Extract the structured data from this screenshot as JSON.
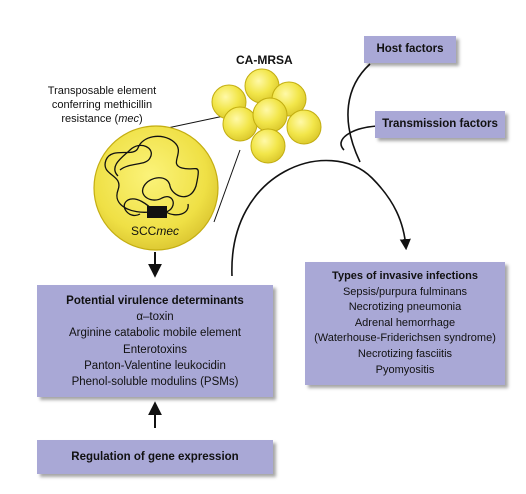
{
  "colors": {
    "box_fill": "#a9a8d6",
    "circle_fill": "#f3e84e",
    "circle_stroke": "#b8a400",
    "line": "#111111"
  },
  "labels": {
    "ca_mrsa": "CA-MRSA",
    "host_factors": "Host factors",
    "transmission_factors": "Transmission factors",
    "transposable_line1": "Transposable element",
    "transposable_line2": "conferring methicillin",
    "transposable_line3a": "resistance (",
    "transposable_line3b": "mec",
    "transposable_line3c": ")",
    "scc_a": "SCC",
    "scc_b": "mec"
  },
  "virulence": {
    "title": "Potential virulence determinants",
    "items": [
      "α–toxin",
      "Arginine catabolic mobile element",
      "Enterotoxins",
      "Panton-Valentine leukocidin",
      "Phenol-soluble modulins (PSMs)"
    ]
  },
  "infections": {
    "title": "Types of invasive infections",
    "items": [
      "Sepsis/purpura fulminans",
      "Necrotizing pneumonia",
      "Adrenal hemorrhage",
      "(Waterhouse-Friderichsen syndrome)",
      "Necrotizing fasciitis",
      "Pyomyositis"
    ]
  },
  "regulation": {
    "title": "Regulation of gene expression"
  }
}
